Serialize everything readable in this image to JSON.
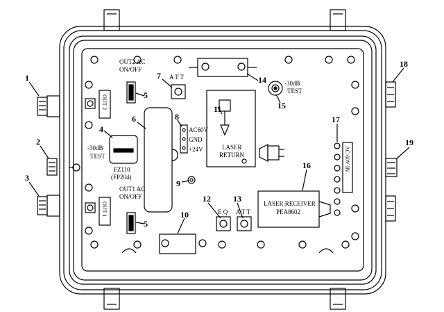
{
  "diagram": {
    "texts": {
      "out2_ac_line1": "OUT2 AC",
      "out2_ac_line2": "ON/OFF",
      "out1_ac_line1": "OUT1 AC",
      "out1_ac_line2": "ON/OFF",
      "att_top": "A T T",
      "att_bottom": "A T T",
      "eq": "E Q",
      "ac60v": "AC60V",
      "gnd": "GND",
      "plus24v": "+24V",
      "test_left_line1": "-30dB",
      "test_left_line2": "TEST",
      "test_right_line1": "-30dB",
      "test_right_line2": "TEST",
      "fz110": "FZ110",
      "fp204": "(FP204)",
      "laser_return_line1": "LASER",
      "laser_return_line2": "RETURN",
      "laser_receiver": "LASER RECEIVER",
      "pea8602": "PEA8602",
      "ac60v_in": "AC 60V IN",
      "out2_vert": "OUT 2",
      "out1_vert": "OUT 1"
    },
    "callouts": [
      "1",
      "2",
      "3",
      "4",
      "5",
      "5",
      "6",
      "7",
      "8",
      "9",
      "10",
      "11",
      "12",
      "13",
      "14",
      "15",
      "16",
      "17",
      "18",
      "19"
    ]
  }
}
